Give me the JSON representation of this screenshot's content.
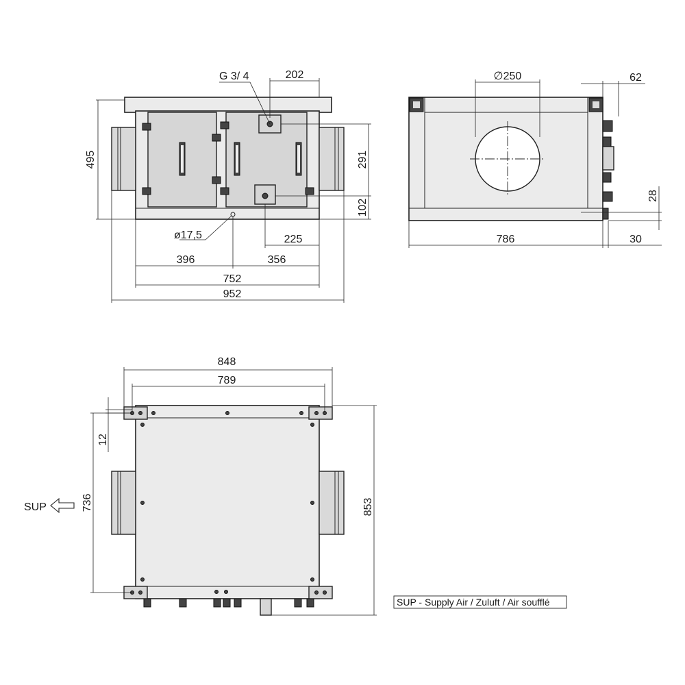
{
  "front_view": {
    "thread_label": "G 3/ 4",
    "dim_202": "202",
    "dim_495": "495",
    "dim_291": "291",
    "dim_102": "102",
    "hole_label": "ø17,5",
    "dim_225": "225",
    "dim_396": "396",
    "dim_356": "356",
    "dim_752": "752",
    "dim_952": "952"
  },
  "side_view": {
    "dim_250": "∅250",
    "dim_62": "62",
    "dim_28": "28",
    "dim_786": "786",
    "dim_30": "30"
  },
  "top_view": {
    "dim_848": "848",
    "dim_789": "789",
    "dim_12": "12",
    "dim_736": "736",
    "dim_853": "853",
    "sup_label": "SUP"
  },
  "legend": {
    "text": "SUP - Supply Air /  Zuluft /  Air soufflé"
  }
}
